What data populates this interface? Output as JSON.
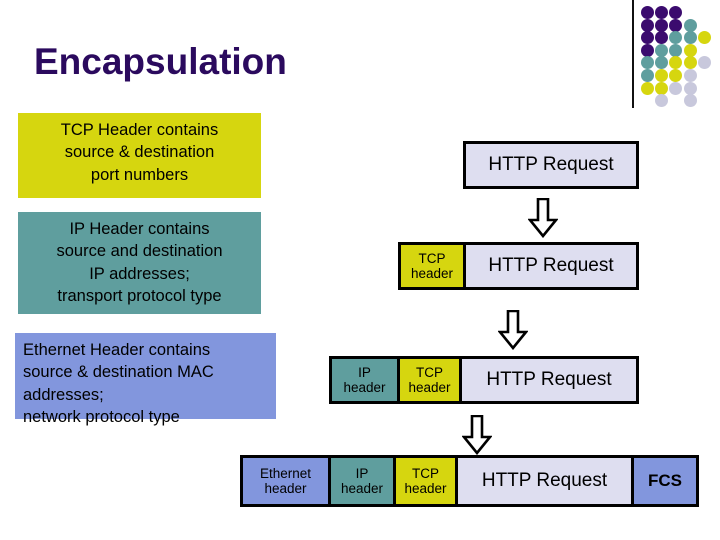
{
  "slide": {
    "title": "Encapsulation",
    "title_color": "#2B0A5E",
    "background": "#FFFFFF"
  },
  "decoration": {
    "divider_color": "#111111",
    "palette": {
      "purple": "#3B0B6E",
      "teal": "#5F9E9E",
      "yellow": "#D6D60F",
      "lavender": "#C8C8DC",
      "blue": "#8296DD"
    },
    "dot_grid": [
      [
        "purple",
        "purple",
        "purple",
        "none",
        "none"
      ],
      [
        "purple",
        "purple",
        "purple",
        "teal",
        "none"
      ],
      [
        "purple",
        "purple",
        "teal",
        "teal",
        "yellow"
      ],
      [
        "purple",
        "teal",
        "teal",
        "yellow",
        "none"
      ],
      [
        "teal",
        "teal",
        "yellow",
        "yellow",
        "lavender"
      ],
      [
        "teal",
        "yellow",
        "yellow",
        "lavender",
        "none"
      ],
      [
        "yellow",
        "yellow",
        "lavender",
        "lavender",
        "none"
      ],
      [
        "none",
        "lavender",
        "none",
        "lavender",
        "none"
      ]
    ]
  },
  "explanations": [
    {
      "id": "tcp",
      "text": "TCP Header contains source & destination port numbers",
      "lines": [
        "TCP Header contains",
        "source & destination",
        "port numbers"
      ],
      "color": "#D6D60F",
      "align": "center"
    },
    {
      "id": "ip",
      "text": "IP Header contains source and destination IP addresses; transport protocol type",
      "lines": [
        "IP Header contains",
        "source and destination",
        "IP addresses;",
        "transport protocol type"
      ],
      "color": "#5F9E9E",
      "align": "center"
    },
    {
      "id": "ethernet",
      "text": "Ethernet Header contains source & destination MAC addresses; network protocol type",
      "lines": [
        "Ethernet Header contains",
        "source & destination MAC",
        "addresses;",
        "network protocol type"
      ],
      "color": "#8296DD",
      "align": "left"
    }
  ],
  "packet_rows": [
    {
      "id": "row1",
      "segments": [
        {
          "label": "HTTP Request",
          "kind": "payload",
          "color": "#DEDEF0"
        }
      ]
    },
    {
      "id": "row2",
      "segments": [
        {
          "label": "TCP header",
          "line1": "TCP",
          "line2": "header",
          "kind": "hdr",
          "color": "#D6D60F"
        },
        {
          "label": "HTTP Request",
          "kind": "payload",
          "color": "#DEDEF0"
        }
      ]
    },
    {
      "id": "row3",
      "segments": [
        {
          "label": "IP header",
          "line1": "IP",
          "line2": "header",
          "kind": "hdr",
          "color": "#5F9E9E"
        },
        {
          "label": "TCP header",
          "line1": "TCP",
          "line2": "header",
          "kind": "hdr",
          "color": "#D6D60F"
        },
        {
          "label": "HTTP Request",
          "kind": "payload",
          "color": "#DEDEF0"
        }
      ]
    },
    {
      "id": "row4",
      "segments": [
        {
          "label": "Ethernet header",
          "line1": "Ethernet",
          "line2": "header",
          "kind": "hdr",
          "color": "#8296DD"
        },
        {
          "label": "IP header",
          "line1": "IP",
          "line2": "header",
          "kind": "hdr",
          "color": "#5F9E9E"
        },
        {
          "label": "TCP header",
          "line1": "TCP",
          "line2": "header",
          "kind": "hdr",
          "color": "#D6D60F"
        },
        {
          "label": "HTTP Request",
          "kind": "payload",
          "color": "#DEDEF0"
        },
        {
          "label": "FCS",
          "kind": "fcs",
          "color": "#8296DD"
        }
      ]
    }
  ],
  "arrows": [
    {
      "id": "arrow1",
      "direction": "down"
    },
    {
      "id": "arrow2",
      "direction": "down"
    },
    {
      "id": "arrow3",
      "direction": "down"
    }
  ]
}
